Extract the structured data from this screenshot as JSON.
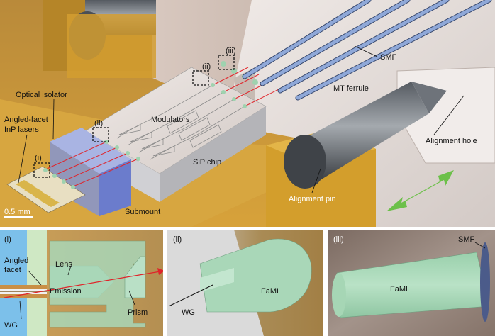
{
  "main_panel": {
    "labels": {
      "optical_isolator": "Optical isolator",
      "lasers_line1": "Angled-facet",
      "lasers_line2": "InP lasers",
      "modulators": "Modulators",
      "sip_chip": "SiP chip",
      "submount": "Submount",
      "smf": "SMF",
      "mt_ferrule": "MT ferrule",
      "alignment_hole": "Alignment hole",
      "alignment_pin": "Alignment pin",
      "scale_bar": "0.5 mm"
    },
    "markers": {
      "i": "(i)",
      "ii_chip": "(ii)",
      "ii_ferrule": "(ii)",
      "iii": "(iii)"
    }
  },
  "panel_i": {
    "tag": "(i)",
    "labels": {
      "angled_facet_line1": "Angled",
      "angled_facet_line2": "facet",
      "lens": "Lens",
      "emission": "Emission",
      "prism": "Prism",
      "wg": "WG"
    }
  },
  "panel_ii": {
    "tag": "(ii)",
    "labels": {
      "faml": "FaML",
      "wg": "WG"
    }
  },
  "panel_iii": {
    "tag": "(iii)",
    "labels": {
      "faml": "FaML",
      "smf": "SMF"
    }
  },
  "colors": {
    "gold": "#d9a52c",
    "ferrule": "#e2dad6",
    "sip": "#c9c9cc",
    "fiber": "#8fa8d8",
    "faml_green": "#a9d7b8",
    "isolator_blue": "#7a8fd6",
    "arrow_green": "#6cc04a",
    "beam_red": "#e0242a"
  }
}
